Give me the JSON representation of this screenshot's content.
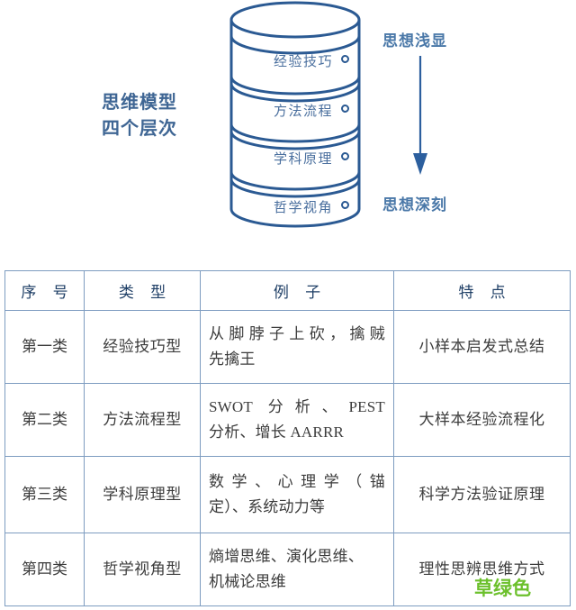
{
  "diagram": {
    "left_label_line1": "思维模型",
    "left_label_line2": "四个层次",
    "layers": [
      {
        "label": "经验技巧"
      },
      {
        "label": "方法流程"
      },
      {
        "label": "学科原理"
      },
      {
        "label": "哲学视角"
      }
    ],
    "side_top_text": "思想浅显",
    "side_bottom_text": "思想深刻",
    "arrow_direction": "down",
    "colors": {
      "outline": "#2b5a93",
      "layer_label": "#4a6f9e",
      "side_text": "#4a78a8",
      "left_label": "#3f6694"
    }
  },
  "table": {
    "headers": [
      "序 号",
      "类 型",
      "例 子",
      "特 点"
    ],
    "rows": [
      {
        "index": "第一类",
        "type": "经验技巧型",
        "example_line1": "从脚脖子上砍，擒贼",
        "example_line2": "先擒王",
        "feature": "小样本启发式总结"
      },
      {
        "index": "第二类",
        "type": "方法流程型",
        "example_line1": "SWOT 分析、PEST",
        "example_line2": "分析、增长 AARRR",
        "feature": "大样本经验流程化"
      },
      {
        "index": "第三类",
        "type": "学科原理型",
        "example_line1": "数学、心理学（锚",
        "example_line2": "定）、系统动力等",
        "feature": "科学方法验证原理"
      },
      {
        "index": "第四类",
        "type": "哲学视角型",
        "example_line1": "熵增思维、演化思维、",
        "example_line2": "机械论思维",
        "feature": "理性思辨思维方式"
      }
    ],
    "border_color": "#7d9cc0",
    "header_text_color": "#1f3f66"
  },
  "watermark": {
    "text": "草绿色",
    "color": "#6cc02c"
  }
}
